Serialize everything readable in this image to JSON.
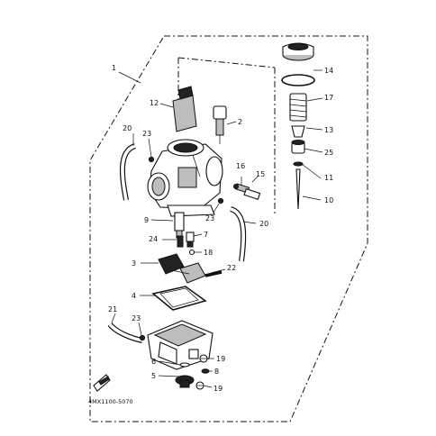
{
  "callouts": [
    {
      "id": "c1",
      "text": "1"
    },
    {
      "id": "c2",
      "text": "2"
    },
    {
      "id": "c3",
      "text": "3"
    },
    {
      "id": "c4",
      "text": "4"
    },
    {
      "id": "c5",
      "text": "5"
    },
    {
      "id": "c6",
      "text": "6"
    },
    {
      "id": "c7",
      "text": "7"
    },
    {
      "id": "c8",
      "text": "8"
    },
    {
      "id": "c9",
      "text": "9"
    },
    {
      "id": "c10",
      "text": "10"
    },
    {
      "id": "c11",
      "text": "11"
    },
    {
      "id": "c12",
      "text": "12"
    },
    {
      "id": "c13",
      "text": "13"
    },
    {
      "id": "c14",
      "text": "14"
    },
    {
      "id": "c15",
      "text": "15"
    },
    {
      "id": "c16",
      "text": "16"
    },
    {
      "id": "c17",
      "text": "17"
    },
    {
      "id": "c18",
      "text": "18"
    },
    {
      "id": "c19a",
      "text": "19"
    },
    {
      "id": "c19b",
      "text": "19"
    },
    {
      "id": "c20a",
      "text": "20"
    },
    {
      "id": "c20b",
      "text": "20"
    },
    {
      "id": "c21",
      "text": "21"
    },
    {
      "id": "c22",
      "text": "22"
    },
    {
      "id": "c23a",
      "text": "23"
    },
    {
      "id": "c23b",
      "text": "23"
    },
    {
      "id": "c23c",
      "text": "23"
    },
    {
      "id": "c24",
      "text": "24"
    },
    {
      "id": "c25",
      "text": "25"
    }
  ],
  "diagram_code": "4MX1100-5070"
}
